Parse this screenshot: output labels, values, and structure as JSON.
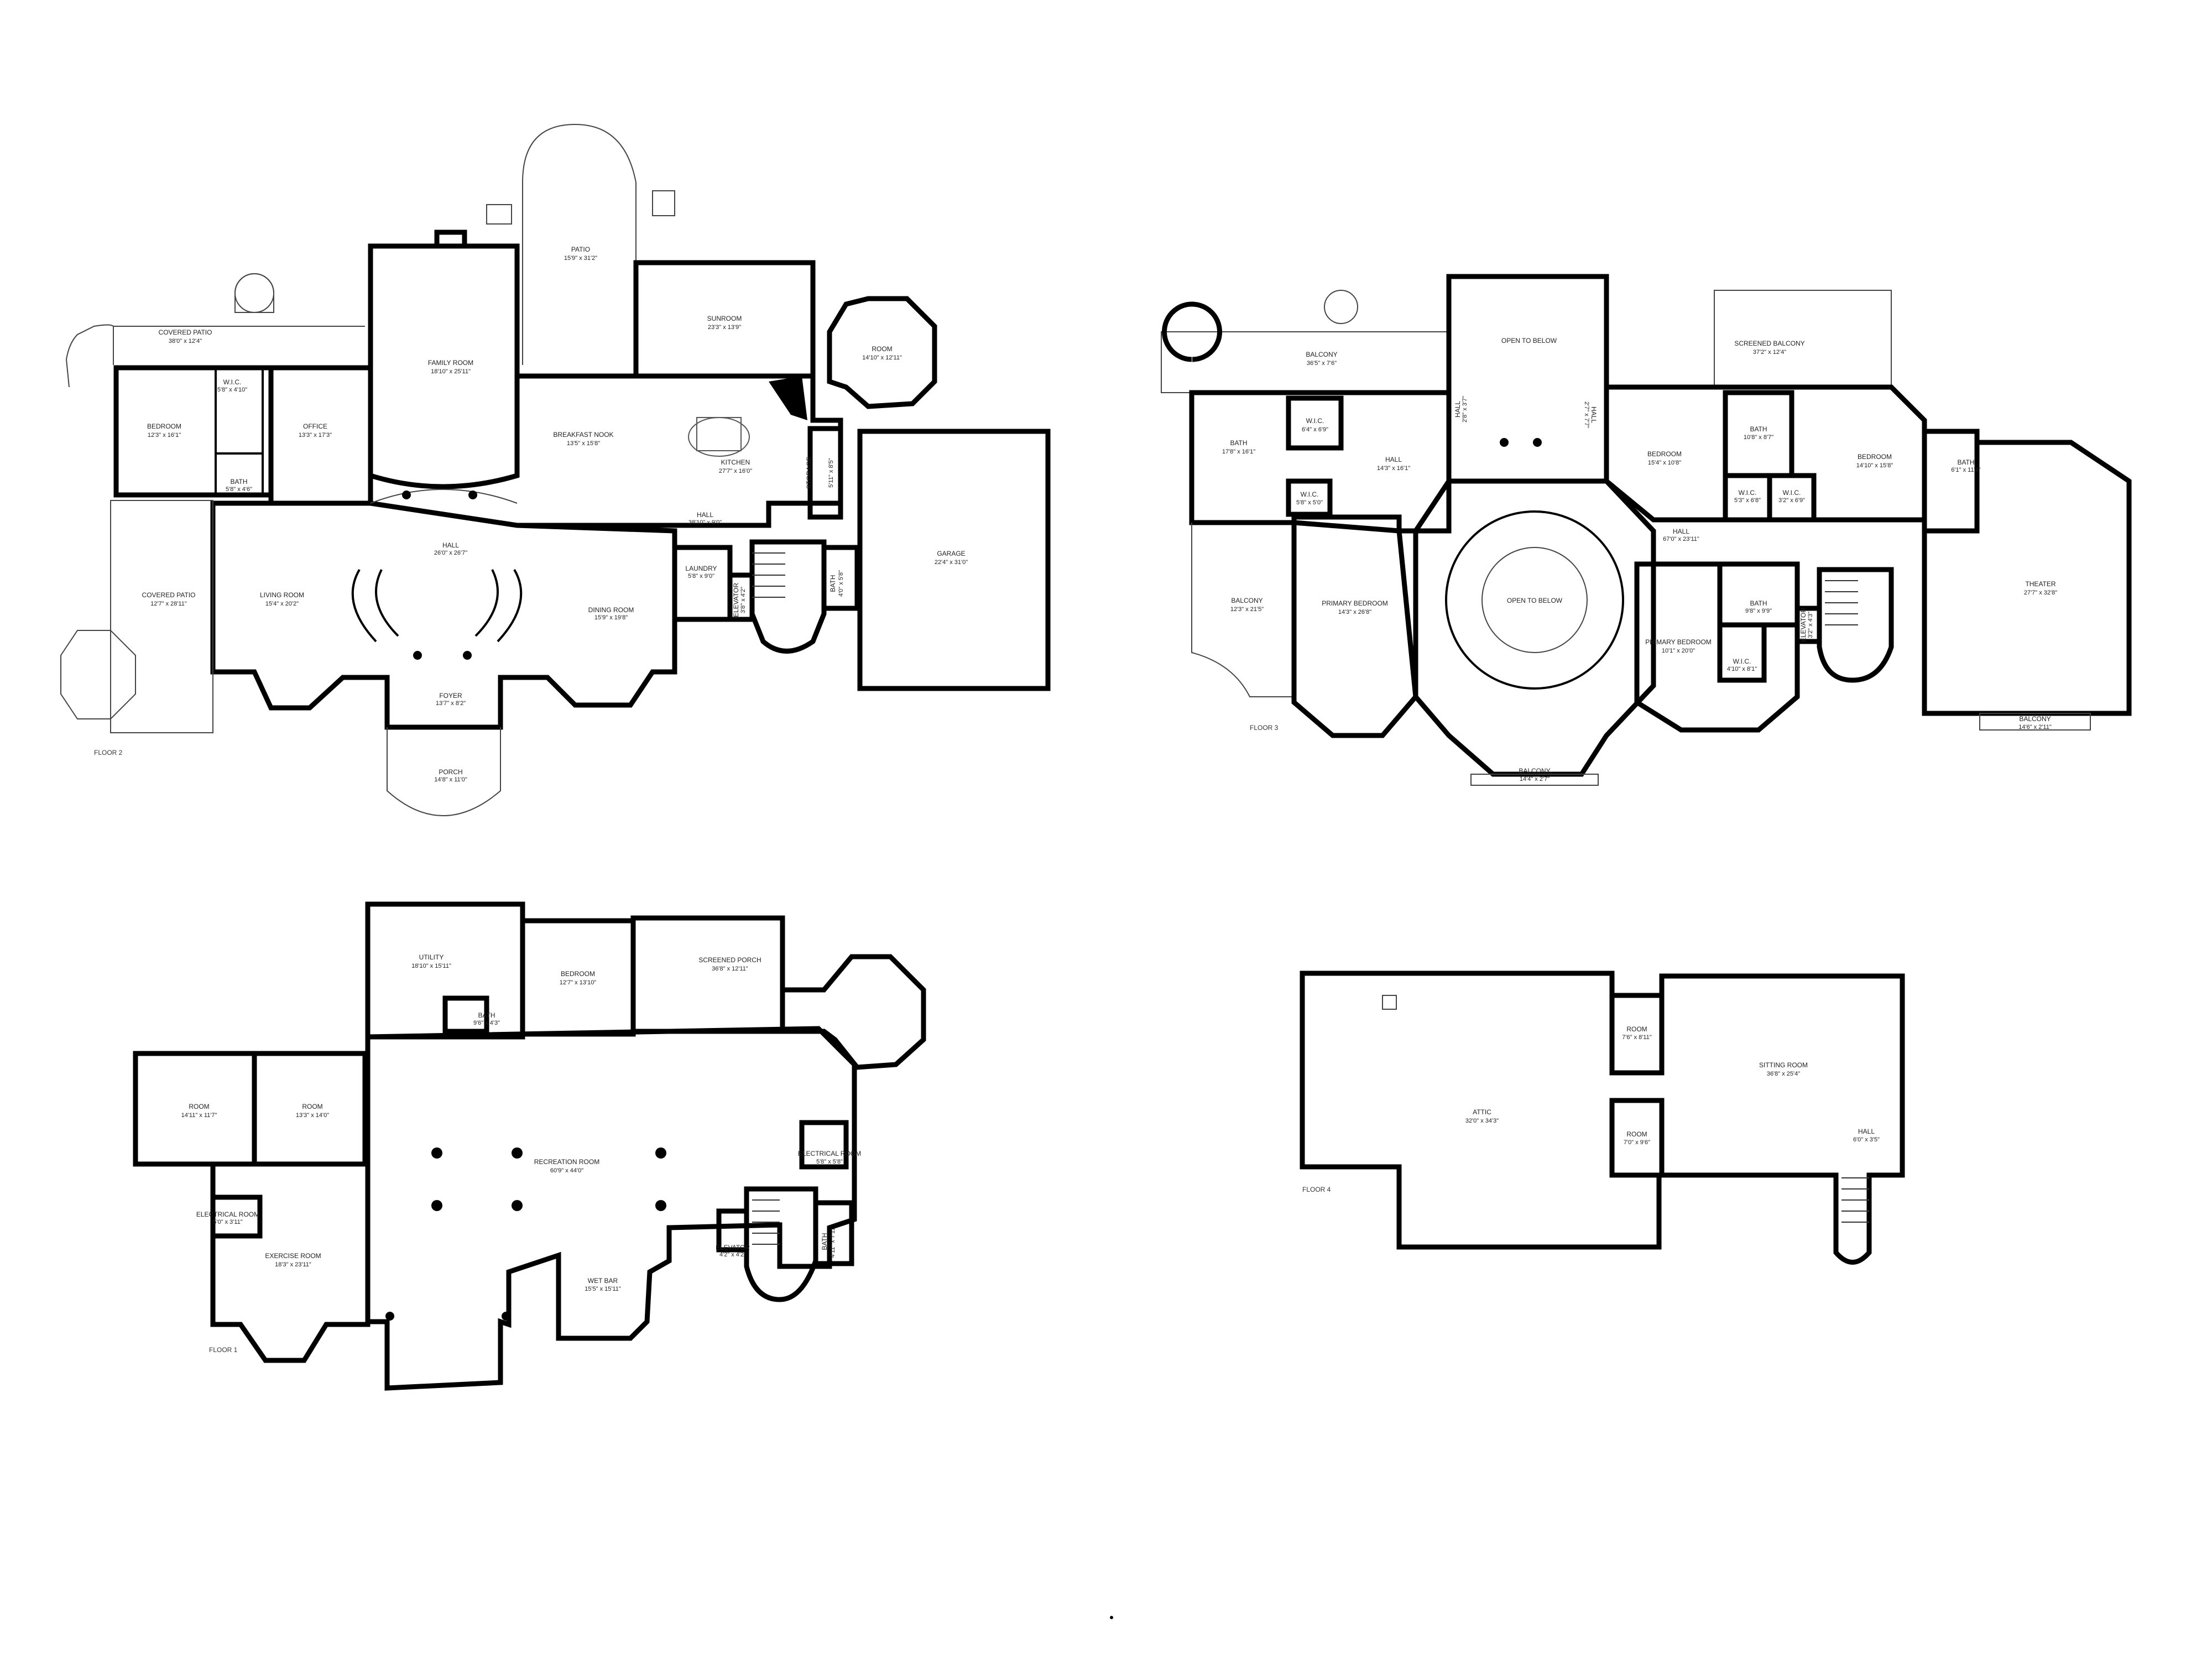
{
  "floors": {
    "floor1": "FLOOR 1",
    "floor2": "FLOOR 2",
    "floor3": "FLOOR 3",
    "floor4": "FLOOR 4"
  },
  "rooms": [
    {
      "id": "f2-covered-patio-top",
      "name": "COVERED PATIO",
      "dim": "38'0\" x 12'4\""
    },
    {
      "id": "f2-bedroom",
      "name": "BEDROOM",
      "dim": "12'3\" x 16'1\""
    },
    {
      "id": "f2-wic",
      "name": "W.I.C.",
      "dim": "5'8\" x 4'10\""
    },
    {
      "id": "f2-office",
      "name": "OFFICE",
      "dim": "13'3\" x 17'3\""
    },
    {
      "id": "f2-bath",
      "name": "BATH",
      "dim": "5'8\" x 4'6\""
    },
    {
      "id": "f2-family-room",
      "name": "FAMILY ROOM",
      "dim": "18'10\" x 25'11\""
    },
    {
      "id": "f2-patio",
      "name": "PATIO",
      "dim": "15'9\" x 31'2\""
    },
    {
      "id": "f2-sunroom",
      "name": "SUNROOM",
      "dim": "23'3\" x 13'9\""
    },
    {
      "id": "f2-room",
      "name": "ROOM",
      "dim": "14'10\" x 12'11\""
    },
    {
      "id": "f2-breakfast-nook",
      "name": "BREAKFAST NOOK",
      "dim": "13'5\" x 15'8\""
    },
    {
      "id": "f2-kitchen",
      "name": "KITCHEN",
      "dim": "27'7\" x 16'0\""
    },
    {
      "id": "f2-storage",
      "name": "STORAGE",
      "dim": "5'11\" x 8'5\""
    },
    {
      "id": "f2-hall-center",
      "name": "HALL",
      "dim": "26'0\" x 26'7\""
    },
    {
      "id": "f2-hall-east",
      "name": "HALL",
      "dim": "38'10\" x 9'0\""
    },
    {
      "id": "f2-covered-patio-left",
      "name": "COVERED PATIO",
      "dim": "12'7\" x 28'11\""
    },
    {
      "id": "f2-living-room",
      "name": "LIVING ROOM",
      "dim": "15'4\" x 20'2\""
    },
    {
      "id": "f2-dining-room",
      "name": "DINING ROOM",
      "dim": "15'9\" x 19'8\""
    },
    {
      "id": "f2-laundry",
      "name": "LAUNDRY",
      "dim": "5'8\" x 9'0\""
    },
    {
      "id": "f2-elevator",
      "name": "ELEVATOR",
      "dim": "3'8\" x 4'2\""
    },
    {
      "id": "f2-bath-small",
      "name": "BATH",
      "dim": "4'0\" x 5'8\""
    },
    {
      "id": "f2-garage",
      "name": "GARAGE",
      "dim": "22'4\" x 31'0\""
    },
    {
      "id": "f2-foyer",
      "name": "FOYER",
      "dim": "13'7\" x 8'2\""
    },
    {
      "id": "f2-porch",
      "name": "PORCH",
      "dim": "14'8\" x 11'0\""
    },
    {
      "id": "f3-balcony-top",
      "name": "BALCONY",
      "dim": "36'5\" x 7'6\""
    },
    {
      "id": "f3-open-to-below-top",
      "name": "OPEN TO BELOW",
      "dim": ""
    },
    {
      "id": "f3-screened-balcony",
      "name": "SCREENED BALCONY",
      "dim": "37'2\" x 12'4\""
    },
    {
      "id": "f3-wic-a",
      "name": "W.I.C.",
      "dim": "6'4\" x 6'9\""
    },
    {
      "id": "f3-bath-west",
      "name": "BATH",
      "dim": "17'8\" x 16'1\""
    },
    {
      "id": "f3-hall-west",
      "name": "HALL",
      "dim": "14'3\" x 16'1\""
    },
    {
      "id": "f3-wic-b",
      "name": "W.I.C.",
      "dim": "5'8\" x 5'0\""
    },
    {
      "id": "f3-hall-narrow-a",
      "name": "HALL",
      "dim": "2'8\" x 3'7\""
    },
    {
      "id": "f3-hall-narrow-b",
      "name": "HALL",
      "dim": "2'7\" x 7'7\""
    },
    {
      "id": "f3-bedroom-a",
      "name": "BEDROOM",
      "dim": "15'4\" x 10'8\""
    },
    {
      "id": "f3-bath-mid",
      "name": "BATH",
      "dim": "10'8\" x 8'7\""
    },
    {
      "id": "f3-bedroom-b",
      "name": "BEDROOM",
      "dim": "14'10\" x 15'8\""
    },
    {
      "id": "f3-wic-c",
      "name": "W.I.C.",
      "dim": "5'3\" x 6'8\""
    },
    {
      "id": "f3-wic-d",
      "name": "W.I.C.",
      "dim": "3'2\" x 6'9\""
    },
    {
      "id": "f3-bath-east",
      "name": "BATH",
      "dim": "6'1\" x 11'4\""
    },
    {
      "id": "f3-hall-main",
      "name": "HALL",
      "dim": "67'0\" x 23'11\""
    },
    {
      "id": "f3-balcony-west",
      "name": "BALCONY",
      "dim": "12'3\" x 21'5\""
    },
    {
      "id": "f3-primary-bedroom-a",
      "name": "PRIMARY BEDROOM",
      "dim": "14'3\" x 26'8\""
    },
    {
      "id": "f3-open-to-below-round",
      "name": "OPEN TO BELOW",
      "dim": ""
    },
    {
      "id": "f3-primary-bedroom-b",
      "name": "PRIMARY BEDROOM",
      "dim": "10'1\" x 20'0\""
    },
    {
      "id": "f3-bath-primary",
      "name": "BATH",
      "dim": "9'8\" x 9'9\""
    },
    {
      "id": "f3-wic-e",
      "name": "W.I.C.",
      "dim": "4'10\" x 8'1\""
    },
    {
      "id": "f3-elevator",
      "name": "ELEVATOR",
      "dim": "3'2\" x 4'3\""
    },
    {
      "id": "f3-theater",
      "name": "THEATER",
      "dim": "27'7\" x 32'8\""
    },
    {
      "id": "f3-balcony-south",
      "name": "BALCONY",
      "dim": "14'4\" x 2'7\""
    },
    {
      "id": "f3-balcony-theater",
      "name": "BALCONY",
      "dim": "14'6\" x 2'11\""
    },
    {
      "id": "f1-utility",
      "name": "UTILITY",
      "dim": "18'10\" x 15'11\""
    },
    {
      "id": "f1-bedroom",
      "name": "BEDROOM",
      "dim": "12'7\" x 13'10\""
    },
    {
      "id": "f1-screened-porch",
      "name": "SCREENED PORCH",
      "dim": "36'8\" x 12'11\""
    },
    {
      "id": "f1-bath",
      "name": "BATH",
      "dim": "9'6\" x 4'3\""
    },
    {
      "id": "f1-room-a",
      "name": "ROOM",
      "dim": "14'11\" x 11'7\""
    },
    {
      "id": "f1-room-b",
      "name": "ROOM",
      "dim": "13'3\" x 14'0\""
    },
    {
      "id": "f1-recreation-room",
      "name": "RECREATION ROOM",
      "dim": "60'9\" x 44'0\""
    },
    {
      "id": "f1-electrical-room-east",
      "name": "ELECTRICAL ROOM",
      "dim": "5'8\" x 5'8\""
    },
    {
      "id": "f1-electrical-room-west",
      "name": "ELECTRICAL ROOM",
      "dim": "5'0\" x 3'11\""
    },
    {
      "id": "f1-exercise-room",
      "name": "EXERCISE ROOM",
      "dim": "18'3\" x 23'11\""
    },
    {
      "id": "f1-elevator",
      "name": "ELEVATOR",
      "dim": "4'2\" x 4'2\""
    },
    {
      "id": "f1-bath-small",
      "name": "BATH",
      "dim": "4'11\" x 7'11\""
    },
    {
      "id": "f1-wet-bar",
      "name": "WET BAR",
      "dim": "15'5\" x 15'11\""
    },
    {
      "id": "f4-attic",
      "name": "ATTIC",
      "dim": "32'0\" x 34'3\""
    },
    {
      "id": "f4-room-a",
      "name": "ROOM",
      "dim": "7'6\" x 8'11\""
    },
    {
      "id": "f4-room-b",
      "name": "ROOM",
      "dim": "7'0\" x 9'6\""
    },
    {
      "id": "f4-sitting-room",
      "name": "SITTING ROOM",
      "dim": "36'8\" x 25'4\""
    },
    {
      "id": "f4-hall",
      "name": "HALL",
      "dim": "6'0\" x 3'5\""
    }
  ]
}
